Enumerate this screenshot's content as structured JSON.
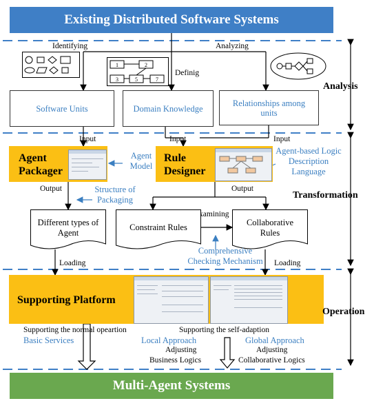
{
  "top_banner": "Existing Distributed Software Systems",
  "bottom_banner": "Multi-Agent Systems",
  "phases": {
    "analysis": "Analysis",
    "transformation": "Transformation",
    "operation": "Operation"
  },
  "labels": {
    "identifying": "Identifying",
    "analyzing": "Analyzing",
    "defining": "Definig",
    "input_left": "Input",
    "input_mid": "Input",
    "input_right": "Input",
    "output_left": "Output",
    "output_right": "Output",
    "examining": "Examining",
    "loading_left": "Loading",
    "loading_right": "Loading",
    "support_normal": "Supporting the normal opeartion",
    "support_self": "Supporting the self-adaption",
    "adjusting_left": "Adjusting",
    "business_logics": "Business Logics",
    "adjusting_right": "Adjusting",
    "collaborative_logics": "Collaborative Logics"
  },
  "analysis_boxes": {
    "software_units": "Software Units",
    "domain_knowledge": "Domain Knowledge",
    "relationships": "Relationships among units"
  },
  "tools": {
    "agent_packager": "Agent Packager",
    "rule_designer": "Rule Designer",
    "supporting_platform": "Supporting Platform"
  },
  "blue_notes": {
    "agent_model": "Agent Model",
    "structure": "Structure of Packaging",
    "logic_language": "Agent-based Logic Description Language",
    "checking": "Comprehensive Checking Mechanism",
    "basic_services": "Basic Services",
    "local": "Local Approach",
    "global": "Global Approach"
  },
  "documents": {
    "agent_types": "Different types of Agent",
    "constraint_rules": "Constraint Rules",
    "collaborative_rules": "Collaborative Rules"
  },
  "icon_numbers": [
    "1",
    "2",
    "3",
    "5",
    "7"
  ]
}
